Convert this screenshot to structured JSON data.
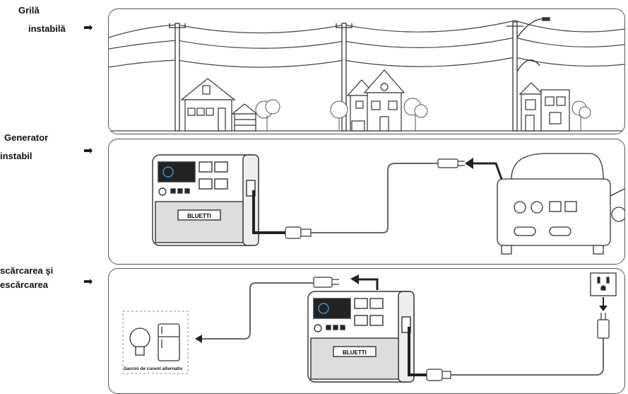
{
  "rows": [
    {
      "label_lines": [
        "Grilă",
        "instabilă"
      ]
    },
    {
      "label_lines": [
        "Generator",
        "instabil"
      ]
    },
    {
      "label_lines": [
        "scărcarea şi",
        "escărcarea"
      ]
    }
  ],
  "device": {
    "brand": "BLUETTI"
  },
  "loads": {
    "caption": "Sarcini de curent alternativ"
  },
  "icons": [
    "arrow-right-icon",
    "utility-pole-icon",
    "house-icon",
    "tree-icon",
    "power-station-icon",
    "plug-icon",
    "generator-icon",
    "wall-outlet-icon",
    "light-bulb-icon",
    "refrigerator-icon"
  ]
}
